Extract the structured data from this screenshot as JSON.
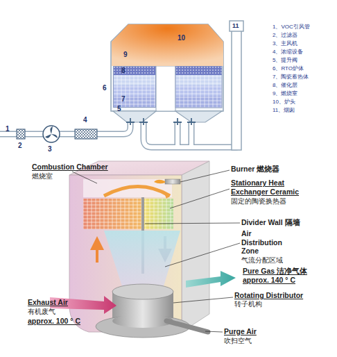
{
  "diagram": {
    "nodes": [
      {
        "text": [
          "10",
          "9"
        ]
      },
      {
        "text": [
          "8",
          "7"
        ]
      }
    ],
    "labels": [
      "11",
      "1、VOC引风管",
      "2、过滤器",
      "3、主风机",
      "4、浓缩设备",
      "5、提升阀",
      "6、RTO炉体",
      "7、陶瓷蓄热体",
      "8、催化层",
      "9、燃烧室",
      "10、炉头",
      "11、烟囱",
      "6",
      "5",
      "4",
      "1",
      "2",
      "3",
      "Combustion Chamber",
      "燃烧室",
      "Burner 燃烧器",
      "Stationary Heat Exchanger Ceramic",
      "固定的陶瓷换热器",
      "Divider Wall 隔墙",
      "Air Distribution Zone",
      "气流分配区域",
      "Pure Gas 洁净气体",
      "approx. 140 ° C",
      "Rotating Distributor",
      "转子机构",
      "Exhaust Air",
      "有机废气",
      "approx. 100 ° C",
      "Purge Air",
      "吹扫空气"
    ]
  }
}
